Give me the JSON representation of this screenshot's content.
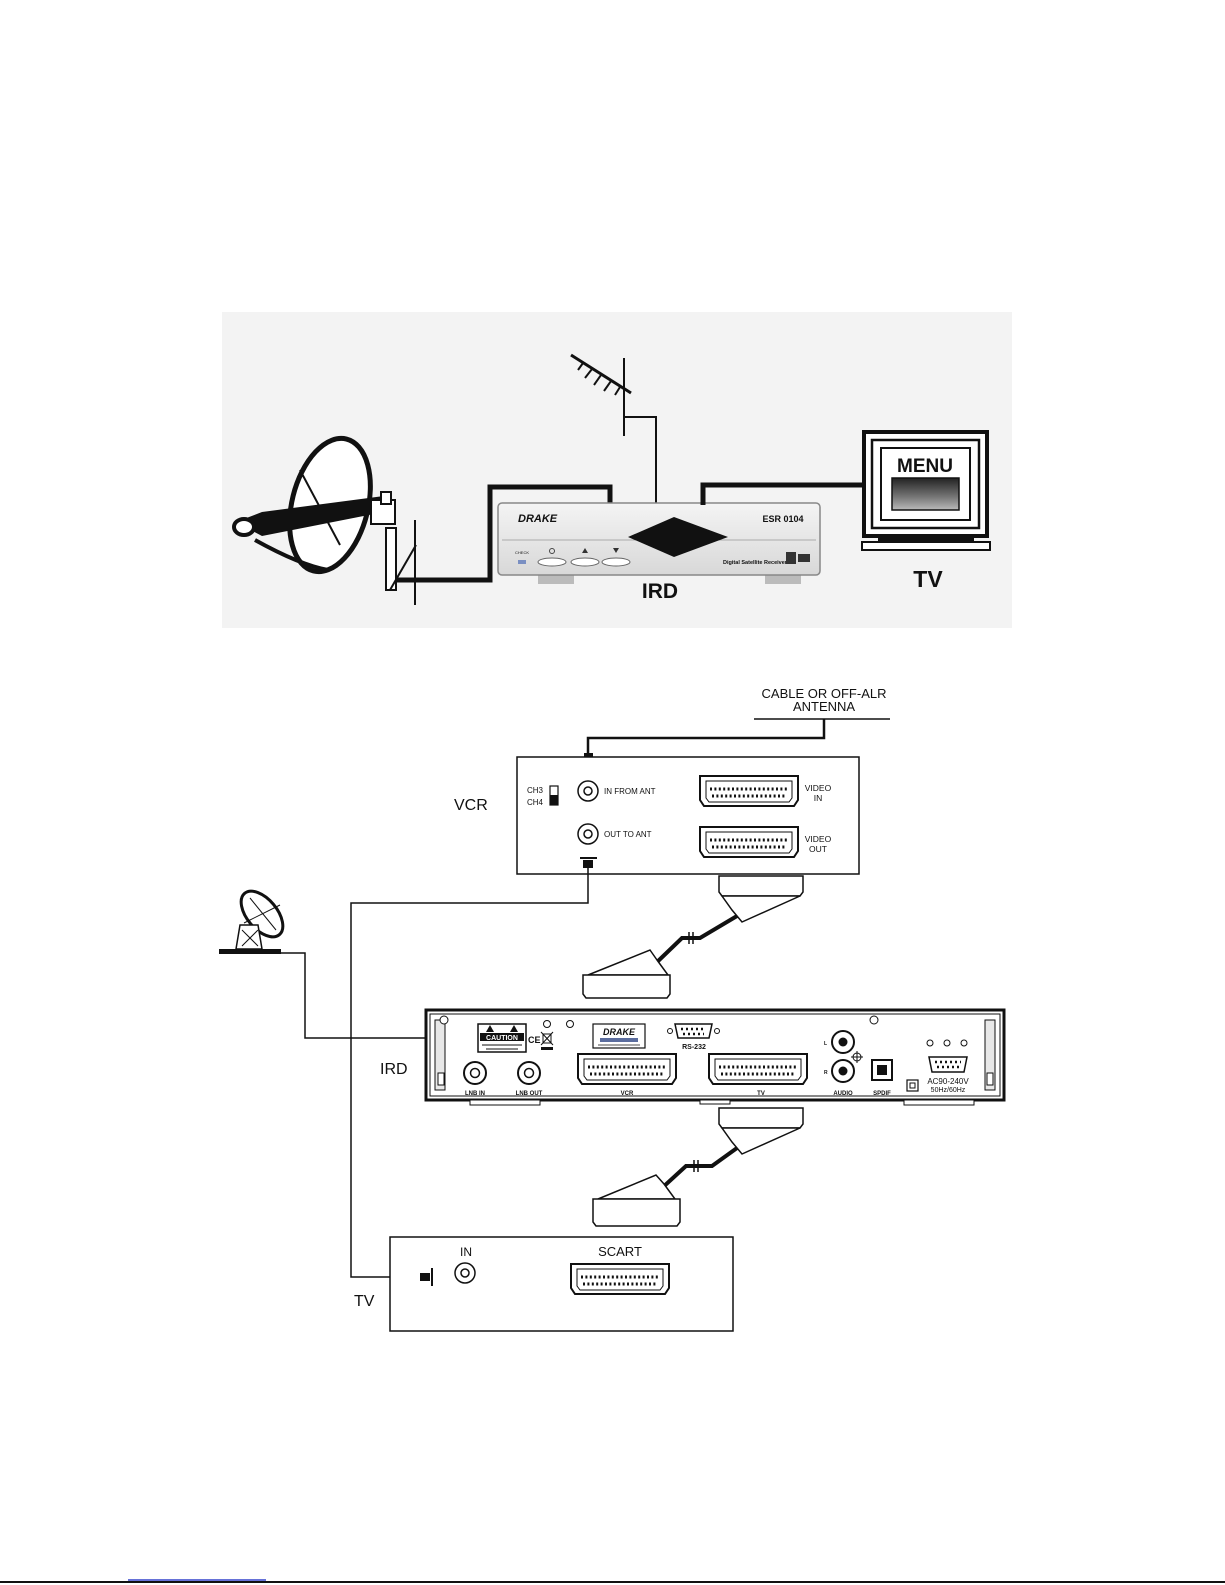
{
  "diagram1": {
    "receiver_brand": "DRAKE",
    "receiver_model": "ESR 0104",
    "receiver_subtitle": "Digital Satellite Receiver",
    "receiver_power_label": "CHECK",
    "receiver_label": "IRD",
    "tv_screen_text": "MENU",
    "tv_label": "TV"
  },
  "diagram2": {
    "antenna_label_line1": "CABLE OR OFF-ALR",
    "antenna_label_line2": "ANTENNA",
    "vcr": {
      "label": "VCR",
      "ch3": "CH3",
      "ch4": "CH4",
      "in_from_ant": "IN FROM ANT",
      "out_to_ant": "OUT TO ANT",
      "video_in_line1": "VIDEO",
      "video_in_line2": "IN",
      "video_out_line1": "VIDEO",
      "video_out_line2": "OUT"
    },
    "ird": {
      "label": "IRD",
      "caution": "CAUTION",
      "brand": "DRAKE",
      "rs232": "RS-232",
      "lnb_in": "LNB IN",
      "lnb_out": "LNB OUT",
      "vcr": "VCR",
      "tv": "TV",
      "audio": "AUDIO",
      "audio_l": "L",
      "audio_r": "R",
      "spdif": "SPDIF",
      "power_line1": "AC90-240V",
      "power_line2": "50Hz/60Hz"
    },
    "tv": {
      "label": "TV",
      "in": "IN",
      "scart": "SCART"
    }
  }
}
